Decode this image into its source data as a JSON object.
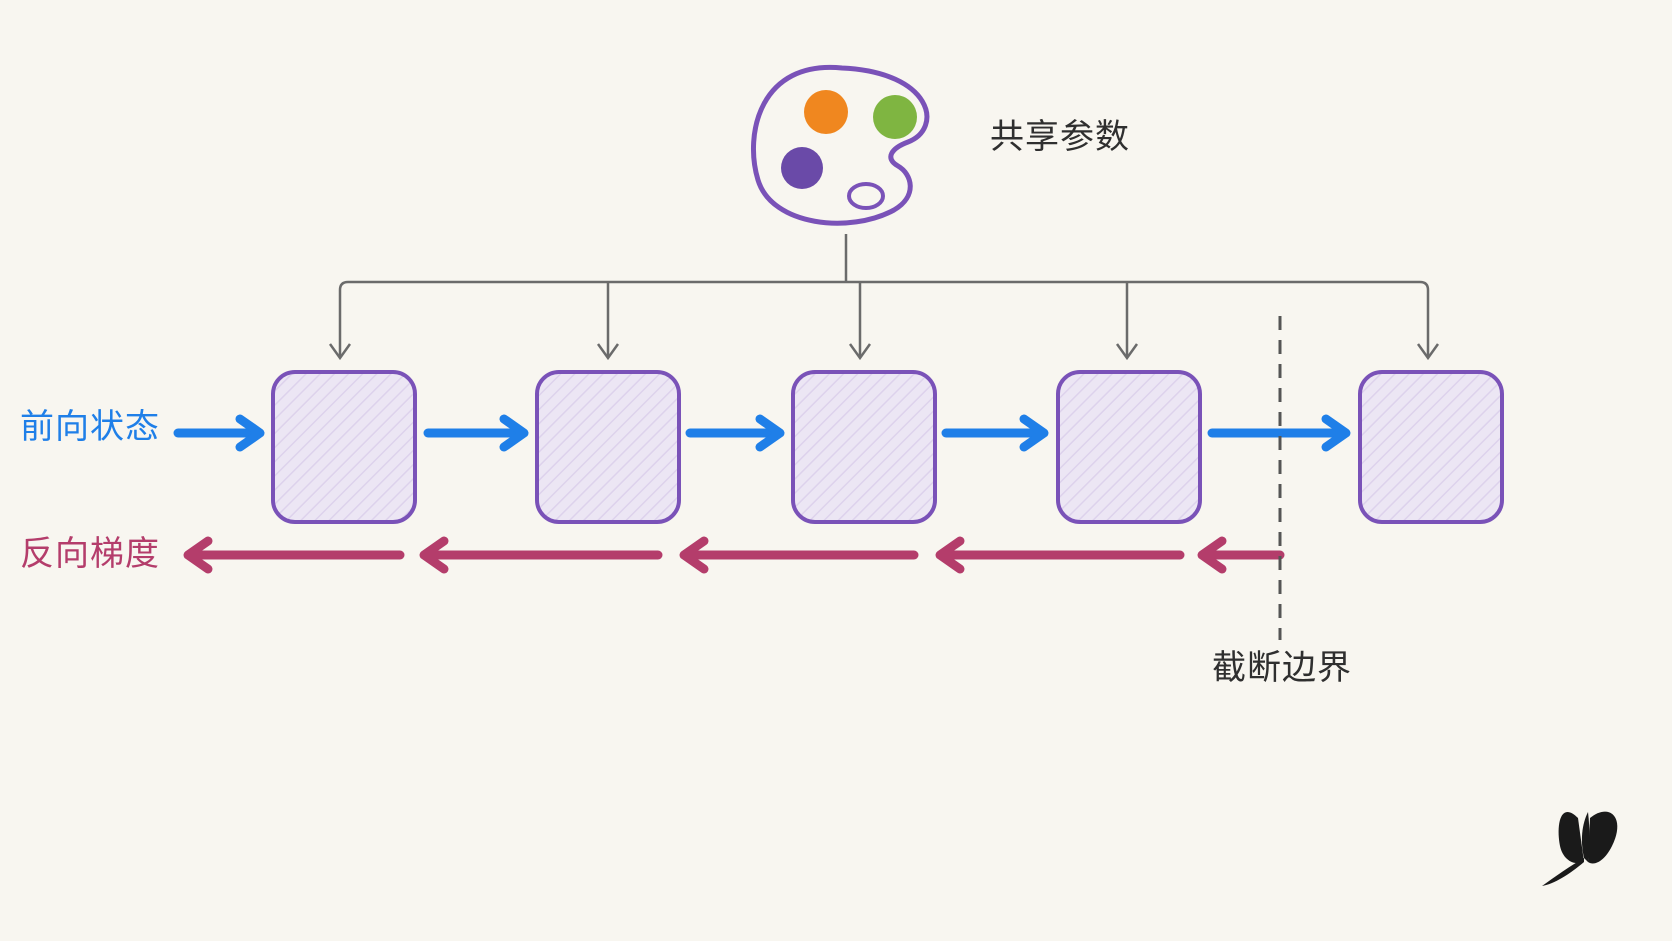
{
  "labels": {
    "shared_params": "共享参数",
    "forward_state": "前向状态",
    "backward_grad": "反向梯度",
    "truncation_boundary": "截断边界"
  },
  "nodes": [
    "node-1",
    "node-2",
    "node-3",
    "node-4",
    "node-5"
  ],
  "icons": {
    "shared": "palette-icon",
    "logo": "butterfly-logo-icon"
  },
  "colors": {
    "background": "#f8f6f0",
    "node_stroke": "#7a52b8",
    "node_fill": "#e9e2f3",
    "forward_arrow": "#1f7fe8",
    "backward_arrow": "#b43d6b",
    "connector": "#6b6b6b",
    "palette_orange": "#f0871f",
    "palette_green": "#7fb541",
    "palette_purple": "#6a4aa8"
  }
}
